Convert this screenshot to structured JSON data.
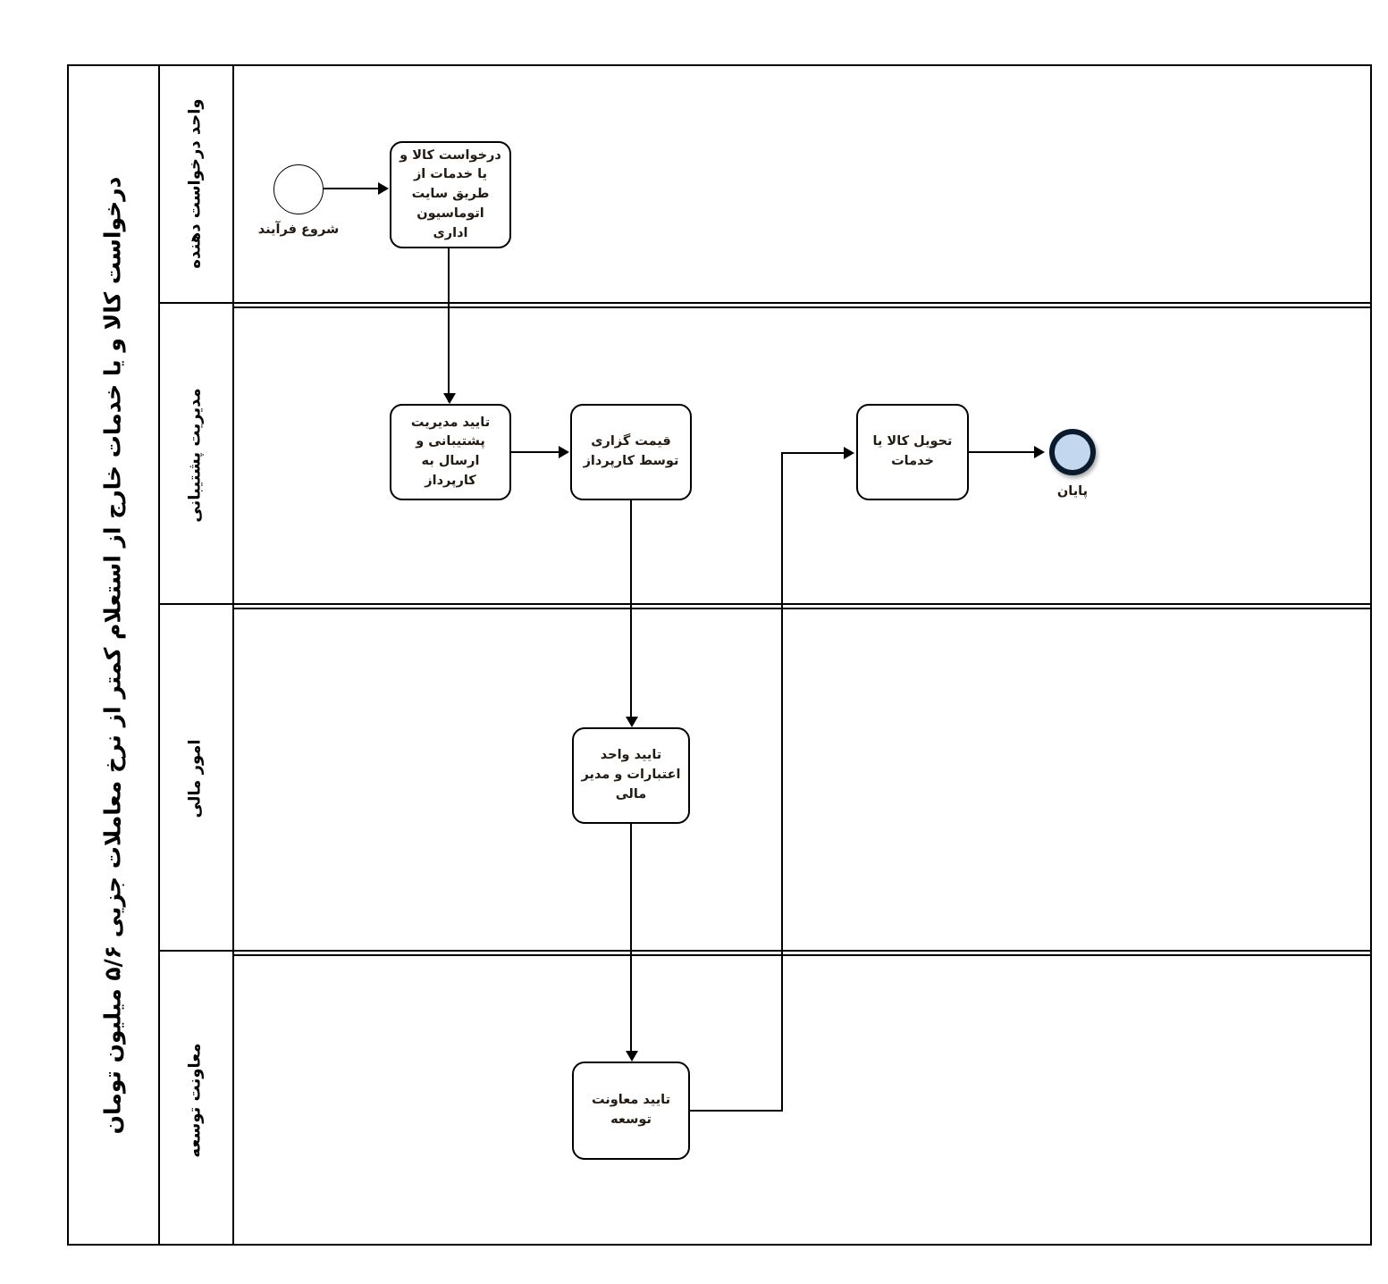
{
  "pool": {
    "title": "درخواست کالا و یا خدمات خارج از استعلام کمتر از نرخ معاملات جزیی ۵/۶ میلیون تومان"
  },
  "lanes": [
    {
      "id": "lane-requester",
      "label": "واحد درخواست دهنده"
    },
    {
      "id": "lane-support",
      "label": "مدیریت پشتیبانی"
    },
    {
      "id": "lane-finance",
      "label": "امور مالی"
    },
    {
      "id": "lane-deputy",
      "label": "معاونت توسعه"
    }
  ],
  "events": {
    "start": {
      "caption": "شروع فرآیند"
    },
    "end": {
      "caption": "پایان"
    }
  },
  "tasks": [
    {
      "id": "task-request",
      "label": "درخواست کالا و یا خدمات از طریق سایت اتوماسیون اداری"
    },
    {
      "id": "task-approve-support",
      "label": "تایید مدیریت پشتیبانی و ارسال به کارپرداز"
    },
    {
      "id": "task-pricing",
      "label": "قیمت گزاری توسط کارپرداز"
    },
    {
      "id": "task-delivery",
      "label": "تحویل کالا یا خدمات"
    },
    {
      "id": "task-finance",
      "label": "تایید واحد اعتبارات و مدیر مالی"
    },
    {
      "id": "task-deputy",
      "label": "تایید معاونت توسعه"
    }
  ],
  "colors": {
    "stroke": "#000000",
    "text": "#231a12",
    "end_event_fill": "#c3d7ee",
    "end_event_stroke": "#0b1b2e",
    "background": "#ffffff"
  }
}
